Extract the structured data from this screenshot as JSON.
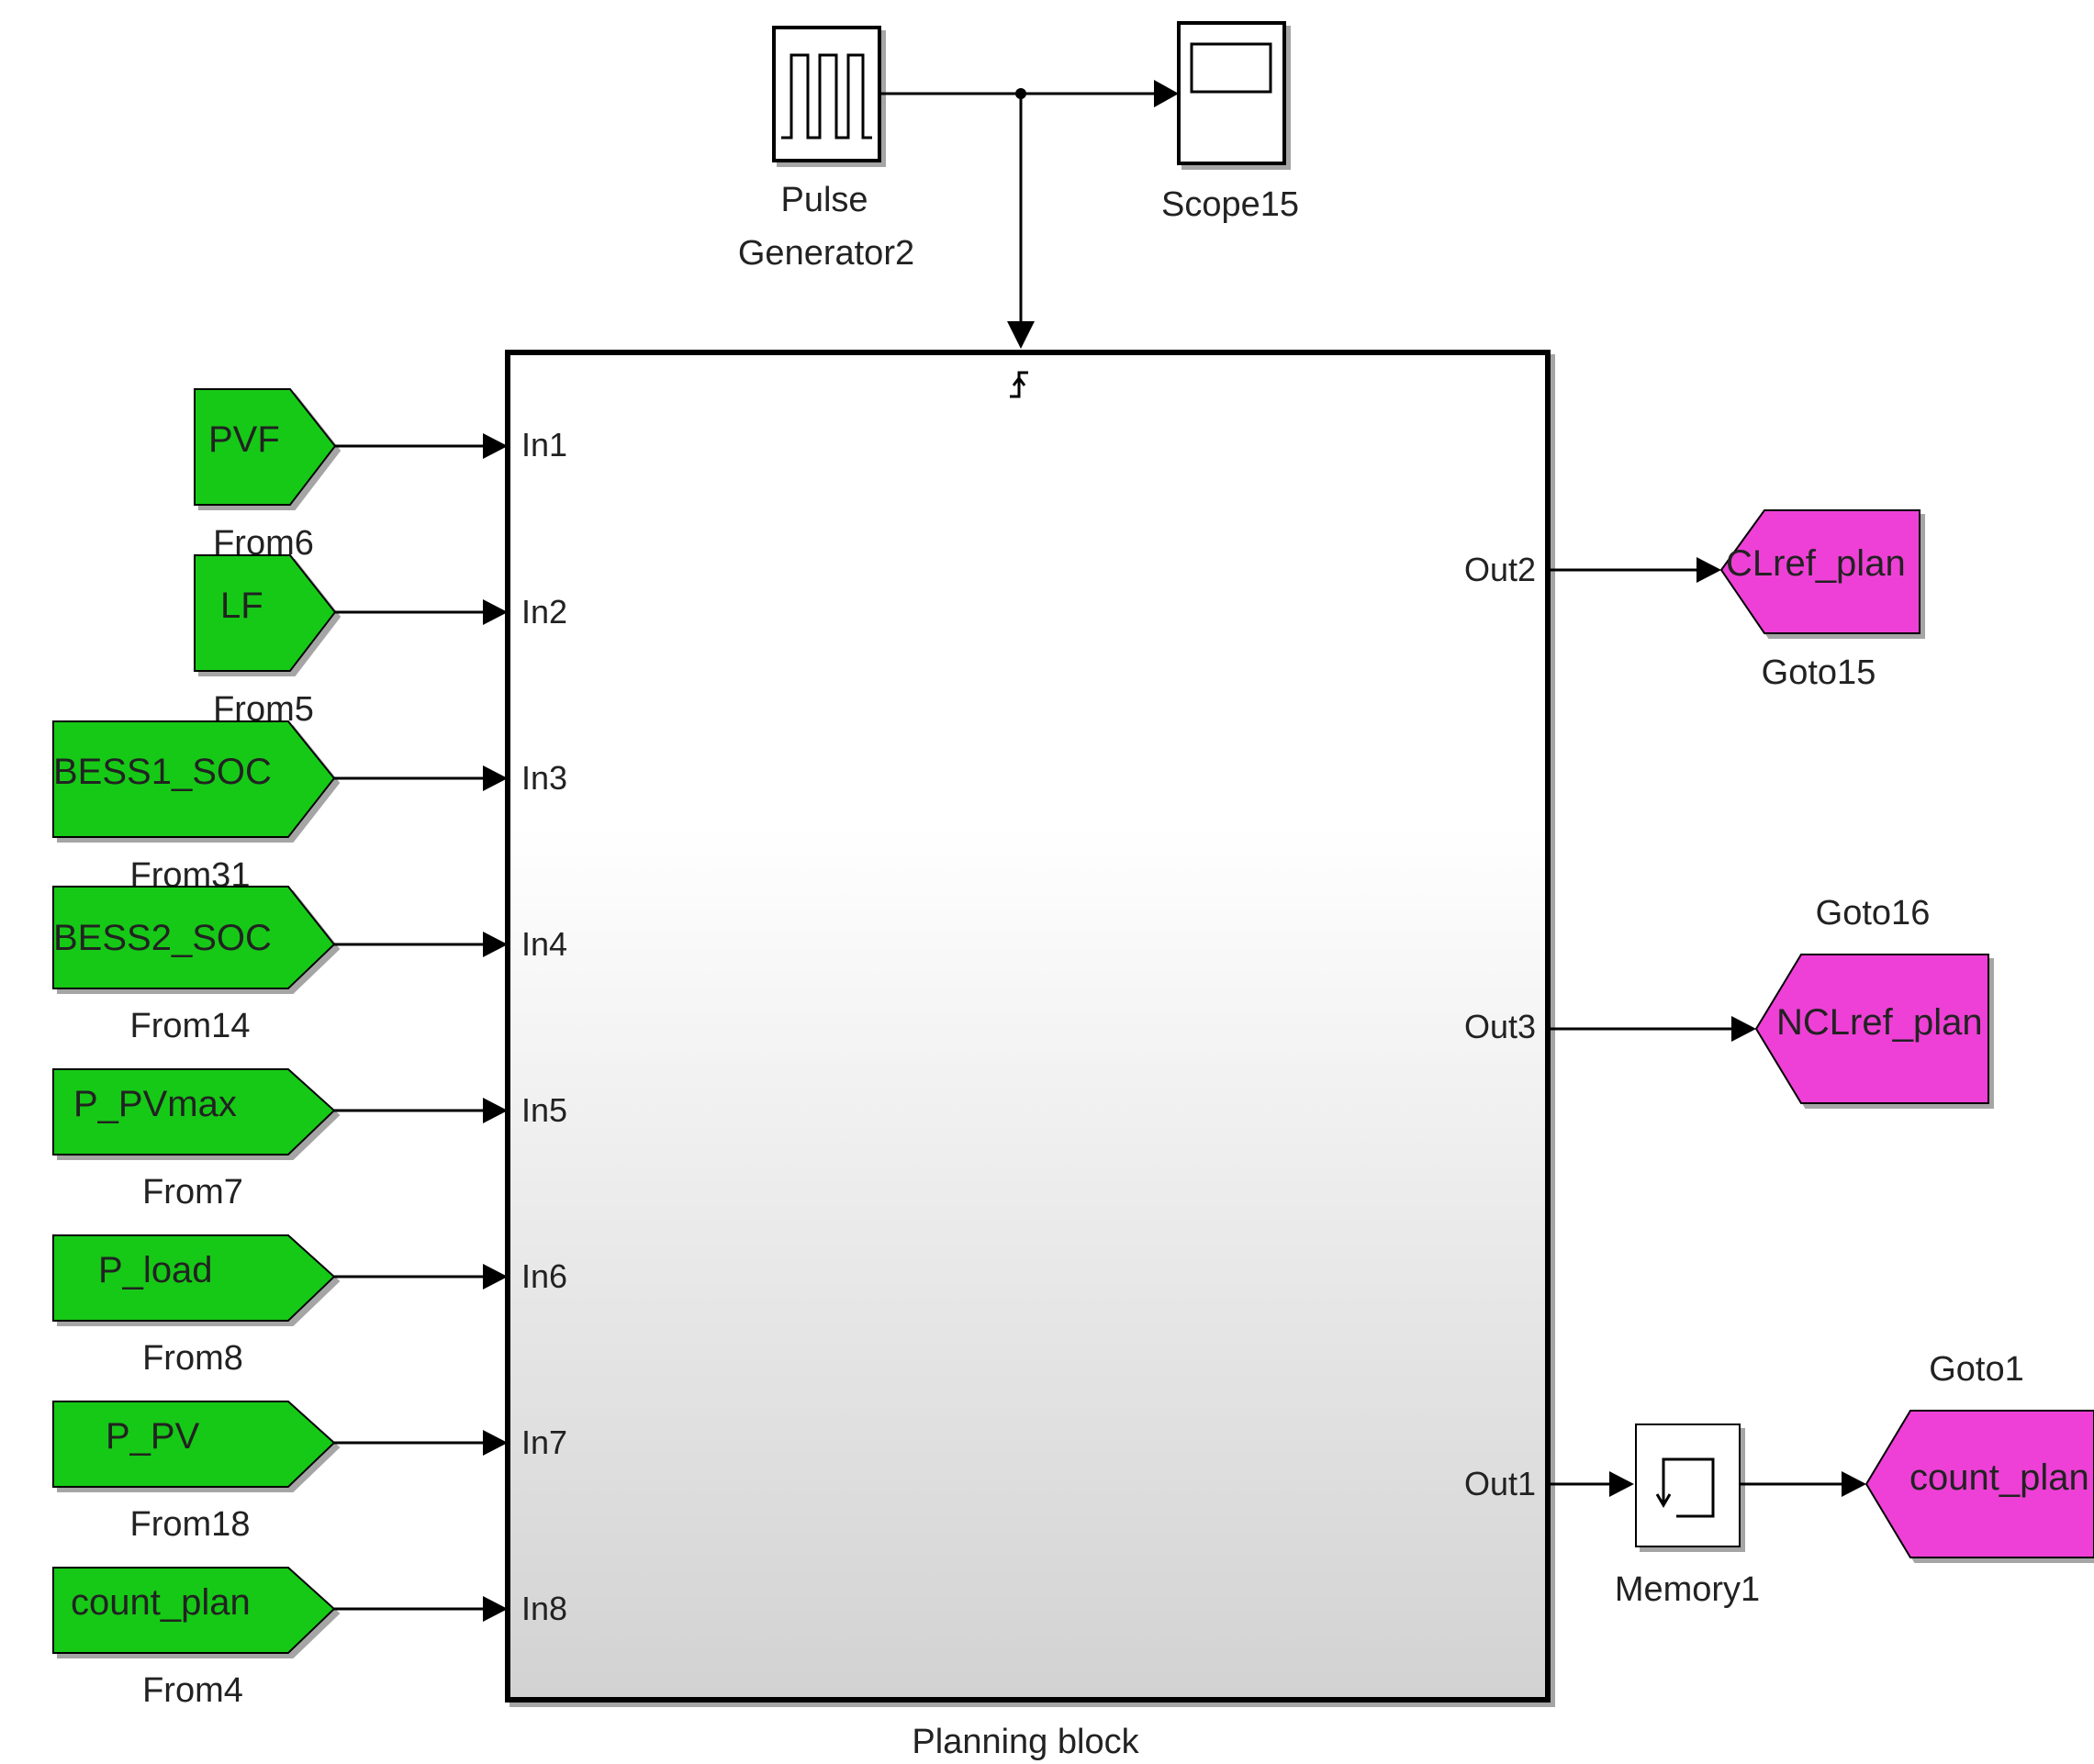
{
  "colors": {
    "from_tag": "#19c919",
    "goto_tag": "#ee3fd6",
    "line": "#000000",
    "subsystem_top": "#ffffff",
    "subsystem_bottom": "#d2d2d2"
  },
  "top": {
    "pulse_label_1": "Pulse",
    "pulse_label_2": "Generator2",
    "scope_label": "Scope15"
  },
  "subsystem": {
    "label": "Planning block",
    "trigger_icon": "rising-edge-trigger-icon",
    "inputs": [
      "In1",
      "In2",
      "In3",
      "In4",
      "In5",
      "In6",
      "In7",
      "In8"
    ],
    "outputs": [
      "Out2",
      "Out3",
      "Out1"
    ]
  },
  "from_blocks": [
    {
      "tag": "PVF",
      "name": "From6"
    },
    {
      "tag": "LF",
      "name": "From5"
    },
    {
      "tag": "BESS1_SOC",
      "name": "From31"
    },
    {
      "tag": "BESS2_SOC",
      "name": "From14"
    },
    {
      "tag": "P_PVmax",
      "name": "From7"
    },
    {
      "tag": "P_load",
      "name": "From8"
    },
    {
      "tag": "P_PV",
      "name": "From18"
    },
    {
      "tag": "count_plan",
      "name": "From4"
    }
  ],
  "goto_blocks": [
    {
      "tag": "CLref_plan",
      "name": "Goto15"
    },
    {
      "tag": "NCLref_plan",
      "name": "Goto16"
    },
    {
      "tag": "count_plan",
      "name": "Goto1"
    }
  ],
  "memory": {
    "label": "Memory1"
  }
}
